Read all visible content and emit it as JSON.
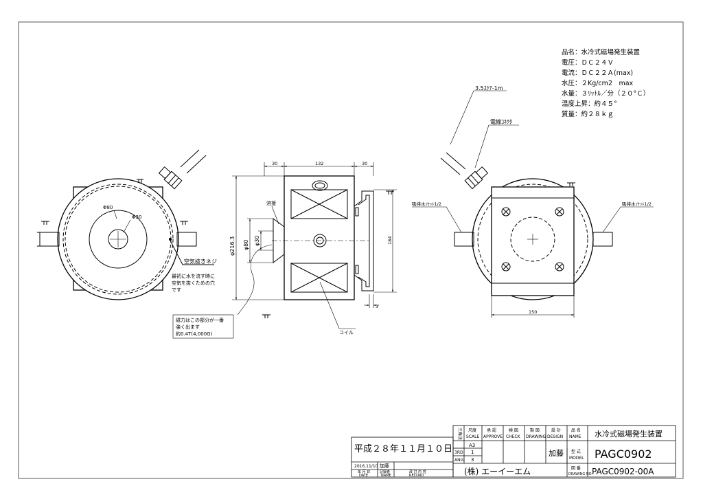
{
  "specs": {
    "lines": [
      "品名：水冷式磁場発生装置",
      "電圧：ＤＣ２４Ｖ",
      "電流：ＤＣ２２Ａ(max)",
      "水圧：２Kg/cm2　max",
      "水量：３ﾘｯﾄﾙ／分（２０°Ｃ）",
      "温度上昇：約４５°",
      "質量：約２８ｋｇ"
    ]
  },
  "labels": {
    "cable": "3.5ｽｹｱ-1m",
    "connector": "電線ｺﾈｸﾀ",
    "socket_left": "吸排水ｿｹｯﾄ1/2",
    "socket_right": "吸排水ｿｹｯﾄ1/2",
    "phi80": "Φ80",
    "phi30": "Φ30",
    "air_screw": "空気抜きネジ",
    "air_note": [
      "最初に水を流す時に",
      "空気を抜くための穴",
      "です"
    ],
    "magnet_note": [
      "磁力はこの部分が一番",
      "強く出ます",
      "約0.4T(4,000G)"
    ],
    "weld": "溶接",
    "coil": "コイル"
  },
  "dims": {
    "top_left": "30",
    "top_mid": "132",
    "top_right": "30",
    "dia_total": "φ216.3",
    "dia_80": "φ80",
    "dia_30": "φ30",
    "height_184": "184",
    "thick_3": "3",
    "width_150": "150"
  },
  "title_block": {
    "date_big": "平成２８年１１月１０日",
    "headers": [
      {
        "jp": "尺度",
        "en": "SCALE"
      },
      {
        "jp": "承 認",
        "en": "APPROVE"
      },
      {
        "jp": "検 図",
        "en": "CHECK"
      },
      {
        "jp": "製 図",
        "en": "DRAWING"
      },
      {
        "jp": "設 計",
        "en": "DESIGN"
      },
      {
        "jp": "品 名",
        "en": "NAME"
      }
    ],
    "sankaku": "三角法",
    "third": "3RD",
    "ang": "ANG.",
    "scale_paper": "A3",
    "scale_num": "1",
    "scale_den": "3",
    "designer": "加藤",
    "product_name": "水冷式磁場発生装置",
    "model_jp": "型 式",
    "model_en": "MODEL",
    "model": "PAGC0902",
    "company": "(株) エーイーエム",
    "drawing_no_jp": "図 番",
    "drawing_no_en": "DRAWING NO",
    "drawing_no": "PAGC0902-00A",
    "record_date": "2016.11/10",
    "record_name": "加藤",
    "date_jp": "年 月 日",
    "date_en": "DATE",
    "name_jp": "記録者",
    "name_en": "NAME",
    "record_jp": "改 訂 内 容",
    "record_en": "RECORD"
  }
}
